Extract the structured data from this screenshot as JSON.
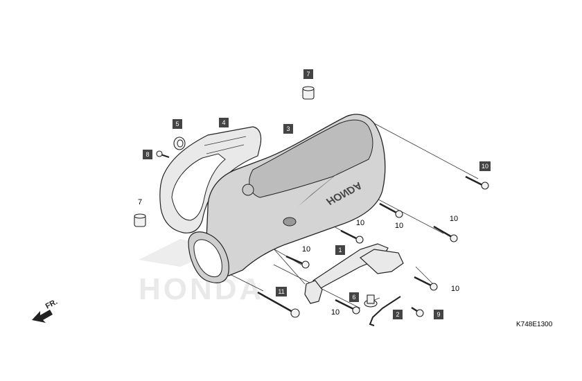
{
  "diagram": {
    "ref_code": "K748E1300",
    "front_label": "FR.",
    "cover_logo": "HONDA",
    "watermark": "HONDA",
    "callouts": {
      "c1": "1",
      "c2": "2",
      "c3": "3",
      "c4": "4",
      "c5": "5",
      "c6": "6",
      "c7_top": "7",
      "c7_left": "7",
      "c8": "8",
      "c9": "9",
      "c10_a": "10",
      "c10_b": "10",
      "c10_c": "10",
      "c10_d": "10",
      "c10_e": "10",
      "c10_f": "10",
      "c10_g": "10",
      "c11": "11"
    }
  }
}
